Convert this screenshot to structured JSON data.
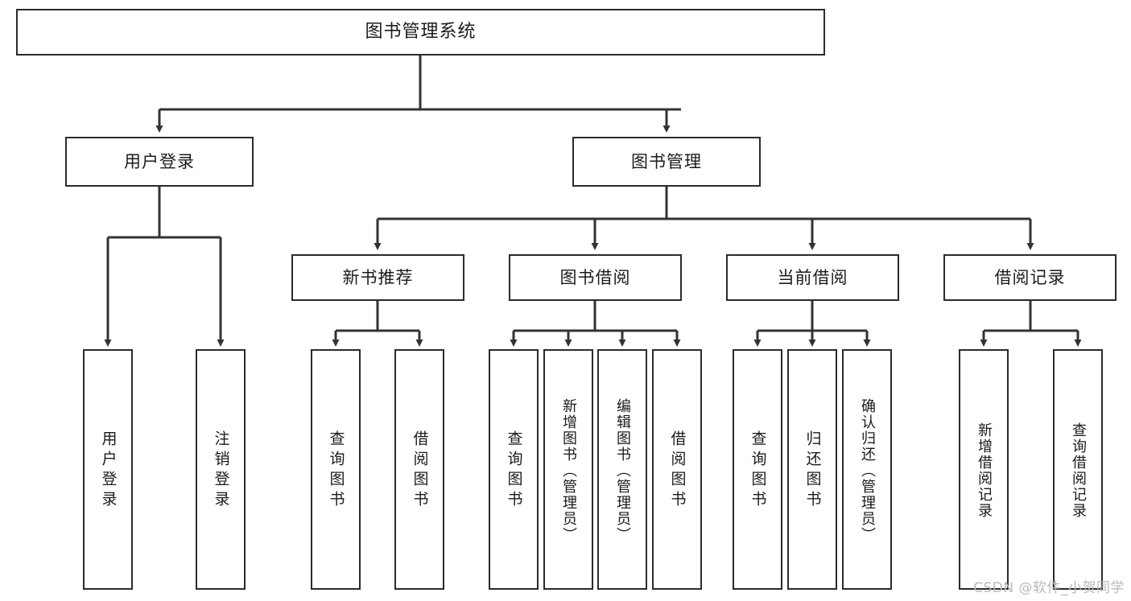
{
  "diagram": {
    "title": "图书管理系统",
    "type": "tree-structure-chart",
    "root": {
      "label": "图书管理系统"
    },
    "level2": [
      {
        "label": "用户登录"
      },
      {
        "label": "图书管理"
      }
    ],
    "level3": [
      {
        "label": "新书推荐"
      },
      {
        "label": "图书借阅"
      },
      {
        "label": "当前借阅"
      },
      {
        "label": "借阅记录"
      }
    ],
    "leaves": {
      "user_login": [
        {
          "label": "用户登录"
        },
        {
          "label": "注销登录"
        }
      ],
      "new_book_recommend": [
        {
          "label": "查询图书"
        },
        {
          "label": "借阅图书"
        }
      ],
      "book_borrow": [
        {
          "label": "查询图书"
        },
        {
          "label": "新增图书（管理员）"
        },
        {
          "label": "编辑图书（管理员）"
        },
        {
          "label": "借阅图书"
        }
      ],
      "current_borrow": [
        {
          "label": "查询图书"
        },
        {
          "label": "归还图书"
        },
        {
          "label": "确认归还（管理员）"
        }
      ],
      "borrow_record": [
        {
          "label": "新增借阅记录"
        },
        {
          "label": "查询借阅记录"
        }
      ]
    }
  },
  "watermark": {
    "text": "CSDN @软件_小贺同学"
  },
  "colors": {
    "border": "#2b2b2b",
    "line": "#333333",
    "background": "#ffffff",
    "text": "#1b1b1b",
    "watermark": "#b9b9b9"
  }
}
